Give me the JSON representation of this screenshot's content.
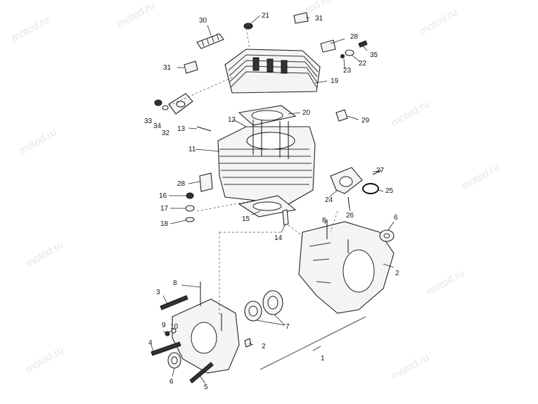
{
  "watermark": "motod.ru",
  "callouts": {
    "c1": "1",
    "c2a": "2",
    "c2b": "2",
    "c3": "3",
    "c4": "4",
    "c5": "5",
    "c6a": "6",
    "c6b": "6",
    "c7": "7",
    "c8a": "8",
    "c8b": "8",
    "c9": "9",
    "c10": "10",
    "c11": "11",
    "c12": "12",
    "c13": "13",
    "c14": "14",
    "c15": "15",
    "c16": "16",
    "c17": "17",
    "c18": "18",
    "c19": "19",
    "c20": "20",
    "c21": "21",
    "c22": "22",
    "c23": "23",
    "c24": "24",
    "c25": "25",
    "c26": "26",
    "c27": "27",
    "c28a": "28",
    "c28b": "28",
    "c29": "29",
    "c30": "30",
    "c31a": "31",
    "c31b": "31",
    "c32": "32",
    "c33": "33",
    "c34": "34",
    "c35": "35"
  }
}
